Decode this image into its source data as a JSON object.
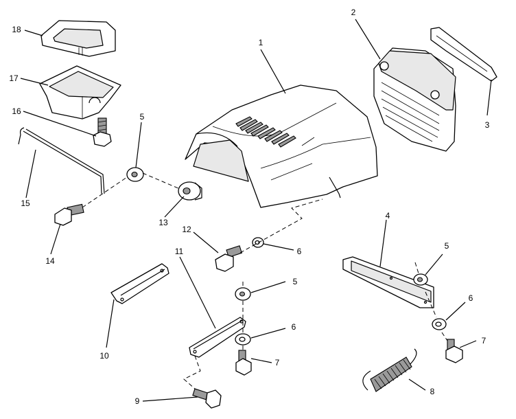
{
  "callouts": {
    "c1": "1",
    "c2": "2",
    "c3": "3",
    "c4": "4",
    "c5a": "5",
    "c5b": "5",
    "c5c": "5",
    "c6a": "6",
    "c6b": "6",
    "c6c": "6",
    "c7a": "7",
    "c7b": "7",
    "c8": "8",
    "c9": "9",
    "c10": "10",
    "c11": "11",
    "c12": "12",
    "c13": "13",
    "c14": "14",
    "c15": "15",
    "c16": "16",
    "c17": "17",
    "c18": "18"
  }
}
